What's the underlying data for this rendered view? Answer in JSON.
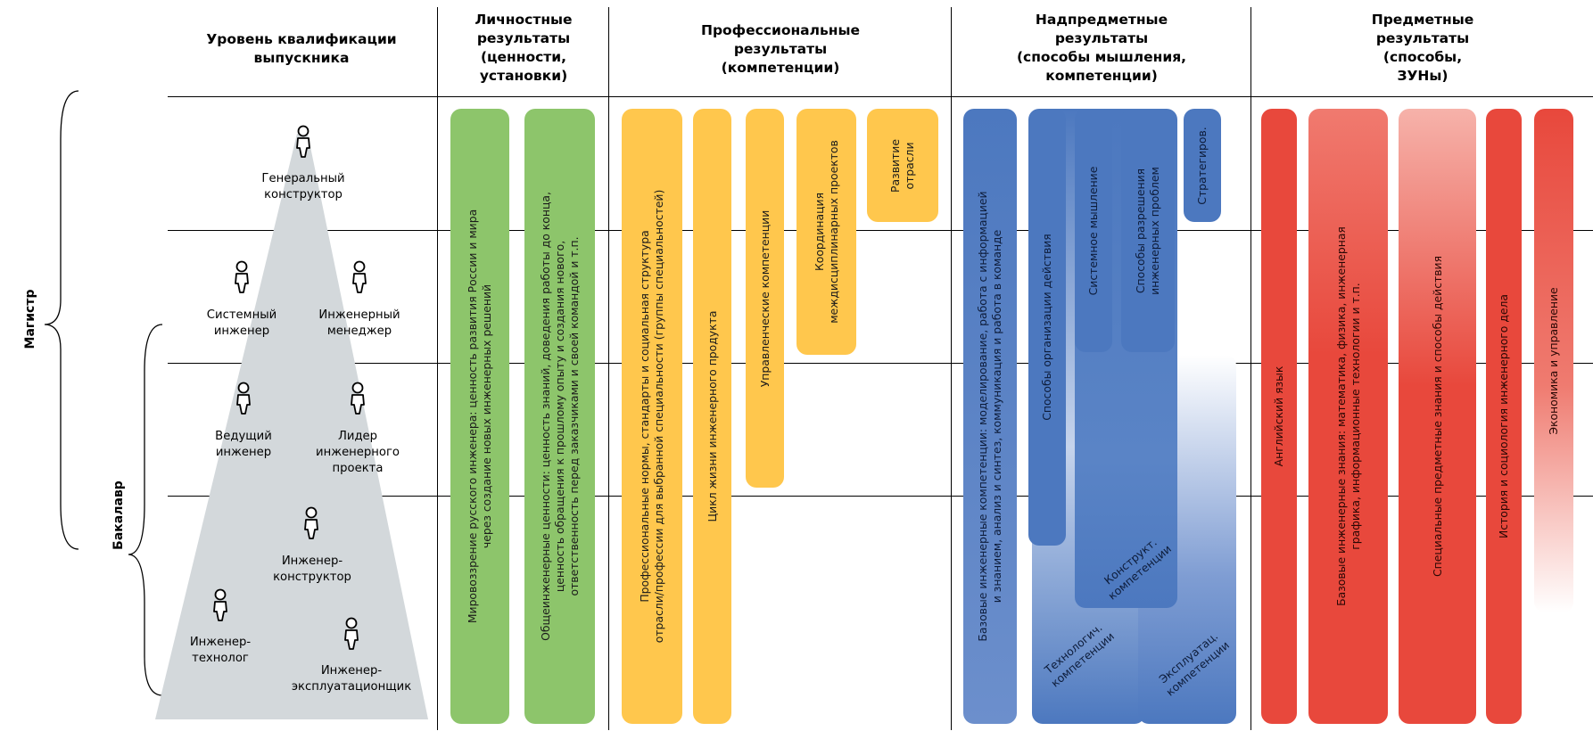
{
  "headers": {
    "level": [
      "Уровень квалификации",
      "выпускника"
    ],
    "personal": [
      "Личностные",
      "результаты",
      "(ценности,",
      "установки)"
    ],
    "professional": [
      "Профессиональные",
      "результаты",
      "(компетенции)"
    ],
    "meta": [
      "Надпредметные",
      "результаты",
      "(способы мышления,",
      "компетенции)"
    ],
    "subject": [
      "Предметные",
      "результаты",
      "(способы,",
      "ЗУНы)"
    ]
  },
  "side_labels": {
    "master": "Магистр",
    "bachelor": "Бакалавр"
  },
  "roles": {
    "chief": [
      "Генеральный",
      "конструктор"
    ],
    "system": [
      "Системный",
      "инженер"
    ],
    "manager": [
      "Инженерный",
      "менеджер"
    ],
    "leading": [
      "Ведущий",
      "инженер"
    ],
    "leader": [
      "Лидер",
      "инженерного",
      "проекта"
    ],
    "designer": [
      "Инженер-",
      "конструктор"
    ],
    "technologist": [
      "Инженер-",
      "технолог"
    ],
    "operator": [
      "Инженер-",
      "эксплуатационщик"
    ]
  },
  "bars": {
    "g1": [
      "Мировоззрение русского инженера: ценность развития России и мира",
      "через создание новых инженерных решений"
    ],
    "g2": [
      "Общеинженерные ценности: ценность знаний, доведения работы до конца,",
      "ценность обращения к прошлому опыту и создания нового,",
      "ответственность перед заказчиками и своей командой и т.п."
    ],
    "y1": [
      "Профессиональные нормы, стандарты и социальная структура",
      "отрасли/профессии для выбранной специальности (группы специальностей)"
    ],
    "y2": [
      "Цикл жизни инженерного продукта"
    ],
    "y3": [
      "Управленческие компетенции"
    ],
    "y4": [
      "Координация",
      "междисциплинарных проектов"
    ],
    "y5": [
      "Развитие",
      "отрасли"
    ],
    "b1": [
      "Базовые инженерные компетенции: моделирование, работа с информацией",
      "и знанием, анализ и синтез, коммуникация и работа в команде"
    ],
    "b2": [
      "Способы организации действия"
    ],
    "b3": [
      "Системное мышление"
    ],
    "b4": [
      "Способы разрешения",
      "инженерных проблем"
    ],
    "b5": [
      "Стратегиров."
    ],
    "b6": [
      "Конструкт.",
      "компетенции"
    ],
    "b7": [
      "Технологич.",
      "компетенции"
    ],
    "b8": [
      "Эксплуатац.",
      "компетенции"
    ],
    "r1": [
      "Английский язык"
    ],
    "r2": [
      "Базовые инженерные знания: математика, физика, инженерная",
      "графика, информационные технологии и т.п."
    ],
    "r3": [
      "Специальные предметные знания и способы действия"
    ],
    "r4": [
      "История и социология инженерного дела"
    ],
    "r5": [
      "Экономика и управление"
    ]
  },
  "colors": {
    "green": "#8dc56b",
    "yellow": "#ffc74d",
    "blue": "#4c78bf",
    "red": "#e8483c",
    "pyramid": "#d3d8db"
  }
}
